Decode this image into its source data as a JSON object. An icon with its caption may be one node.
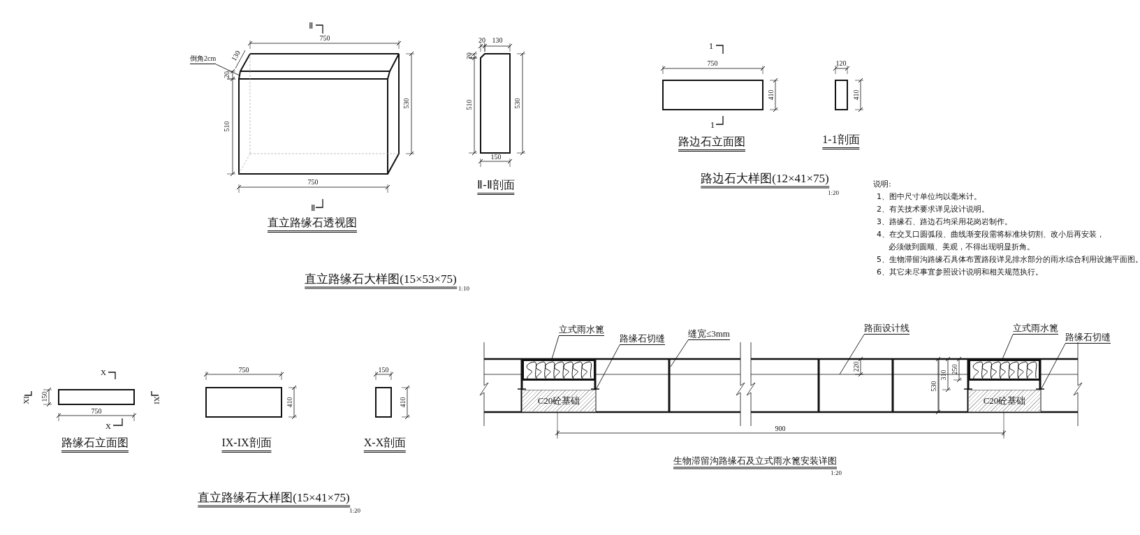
{
  "diagram": {
    "nodes": [
      {
        "text": [
          "倒角2cm"
        ]
      },
      {
        "text": [
          "立式雨水篦"
        ]
      },
      {
        "text": [
          "路缘石切缝"
        ]
      },
      {
        "text": [
          "缝宽≤3mm"
        ]
      },
      {
        "text": [
          "路面设计线"
        ]
      },
      {
        "text": [
          "立式雨水篦"
        ]
      },
      {
        "text": [
          "路缘石切缝"
        ]
      },
      {
        "text": [],
        "shape": "picture"
      },
      {
        "text": [],
        "shape": "picture"
      },
      {
        "text": [
          "C20砼基础"
        ]
      },
      {
        "text": [
          "C20砼基础"
        ]
      }
    ],
    "edges": [
      {
        "from": 0,
        "to": null,
        "arrow": "none"
      },
      {
        "from": 1,
        "to": 7,
        "arrow": "none"
      },
      {
        "from": 2,
        "to": 9,
        "arrow": "none"
      },
      {
        "from": 3,
        "to": null,
        "arrow": "none"
      },
      {
        "from": 4,
        "to": null,
        "arrow": "none"
      },
      {
        "from": 5,
        "to": 8,
        "arrow": "none"
      },
      {
        "from": 6,
        "to": 10,
        "arrow": "none"
      }
    ],
    "labels": [
      "Ⅱ",
      "750",
      "130",
      "20",
      "510",
      "530",
      "750",
      "Ⅱ",
      "直立路缘石透视图",
      "20",
      "130",
      "20",
      "510",
      "530",
      "150",
      "Ⅱ-Ⅱ剖面",
      "直立路缘石大样图(15×53×75)",
      "1:10",
      "1",
      "750",
      "410",
      "1",
      "路边石立面图",
      "120",
      "410",
      "1-1剖面",
      "路边石大样图(12×41×75)",
      "1:20",
      "说明:",
      "1、图中尺寸单位均以毫米计。",
      "2、有关技术要求详见设计说明。",
      "3、路缘石、路边石均采用花岗岩制作。",
      "4、在交叉口圆弧段、曲线渐变段需将标准块切割、改小后再安装，必须做到圆顺、美观，不得出现明显折角。",
      "5、生物滞留沟路缘石具体布置路段详见排水部分的雨水综合利用设施平面图。",
      "6、其它未尽事宜参照设计说明和相关规范执行。",
      "X",
      "XI",
      "150",
      "XI",
      "750",
      "X",
      "路缘石立面图",
      "750",
      "410",
      "IX-IX剖面",
      "150",
      "410",
      "X-X剖面",
      "直立路缘石大样图(15×41×75)",
      "1:20",
      "220",
      "530",
      "310",
      "250",
      "900",
      "生物滞留沟路缘石及立式雨水篦安装详图",
      "1:20"
    ]
  }
}
